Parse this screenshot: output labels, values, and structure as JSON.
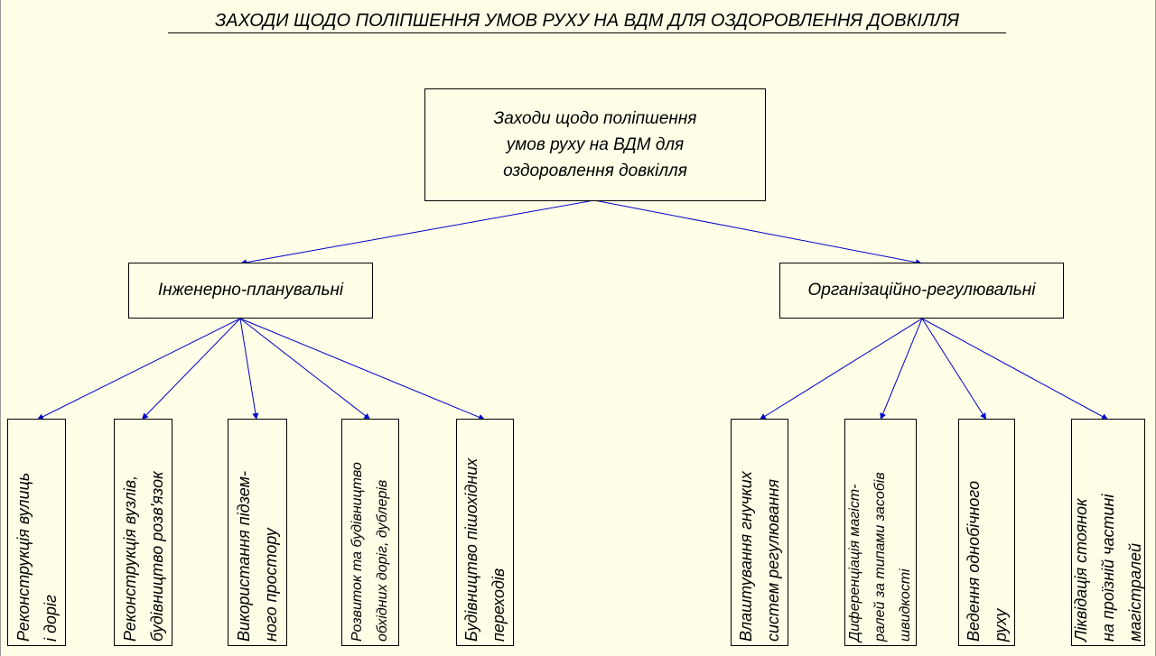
{
  "title": "ЗАХОДИ ЩОДО ПОЛІПШЕННЯ УМОВ РУХУ НА ВДМ ДЛЯ ОЗДОРОВЛЕННЯ ДОВКІЛЛЯ",
  "root": "Заходи щодо поліпшення\nумов руху на ВДМ для\nоздоровлення довкілля",
  "branches": {
    "engineering": "Інженерно-планувальні",
    "organizational": "Організаційно-регулювальні"
  },
  "leaves": [
    "Реконструкція вулиць\nі доріг",
    "Реконструкція вузлів,\nбудівництво розв'язок",
    "Використання підзем-\nного простору",
    "Розвиток та будівництво\nобхідних доріг, дублерів",
    "Будівництво пішохідних\nпереходів",
    "Влаштування гнучких\nсистем регулювання",
    "Диференціація магіст-\nралей за типами засобів\nшвидкості",
    "Ведення однобічного\nруху",
    "Ліквідація стоянок\nна проїзній частині\nмагістралей"
  ],
  "colors": {
    "background": "#ffffe8",
    "connector": "#0000cc",
    "border": "#000000"
  }
}
